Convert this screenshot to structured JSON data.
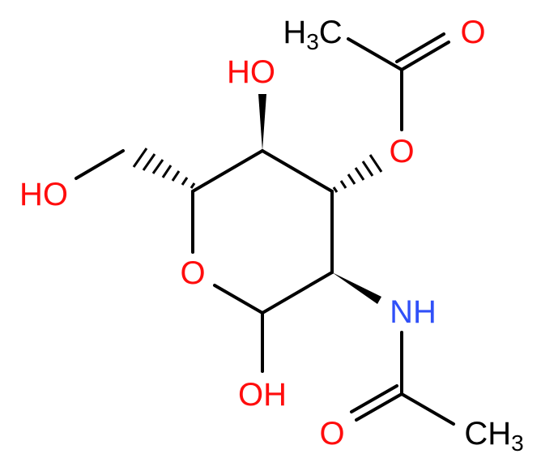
{
  "molecule": {
    "atom_labels": {
      "ring_o": "O",
      "oh_anomeric": "OH",
      "oh_c4": "HO",
      "ho_ch2": "HO",
      "ester_o": "O",
      "ester_carbonyl_o": "O",
      "ch3_acetyl": "H3C",
      "nh": "NH",
      "amide_o": "O",
      "ch3_amide": "CH3"
    },
    "colors": {
      "oxygen": "#ff0d0d",
      "nitrogen": "#3050f8",
      "carbon": "#000000",
      "bond": "#000000"
    }
  }
}
